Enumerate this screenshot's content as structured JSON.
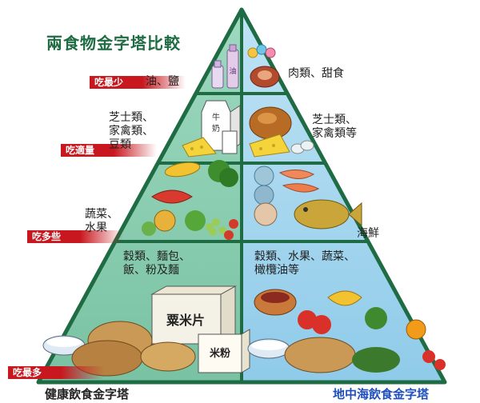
{
  "title": "兩食物金字塔比較",
  "tiers": {
    "top": {
      "tag": "吃最少",
      "left": "油、鹽",
      "right": "肉類、甜食"
    },
    "second": {
      "tag": "吃適量",
      "left": [
        "芝士類、",
        "家禽類、",
        "豆類"
      ],
      "right": [
        "芝士類、",
        "家禽類等"
      ]
    },
    "third": {
      "tag": "吃多些",
      "left": [
        "蔬菜、",
        "水果"
      ],
      "right": "海鮮"
    },
    "base": {
      "tag": "吃最多",
      "left": [
        "穀類、麵包、",
        "飯、粉及麵"
      ],
      "right": [
        "穀類、水果、蔬菜、",
        "橄欖油等"
      ]
    }
  },
  "package_labels": {
    "milk": "牛奶",
    "cereal": "粟米片",
    "rice": "米粉",
    "oil": "油"
  },
  "footer": {
    "left": "健康飲食金字塔",
    "right": "地中海飲食金字塔"
  },
  "colors": {
    "pyramid_green": "#1f6b43",
    "tag_red": "#c8171e",
    "footer_right_blue": "#1f4fbf",
    "face_left": "#8fd0b5",
    "face_right": "#a7d7f0"
  }
}
